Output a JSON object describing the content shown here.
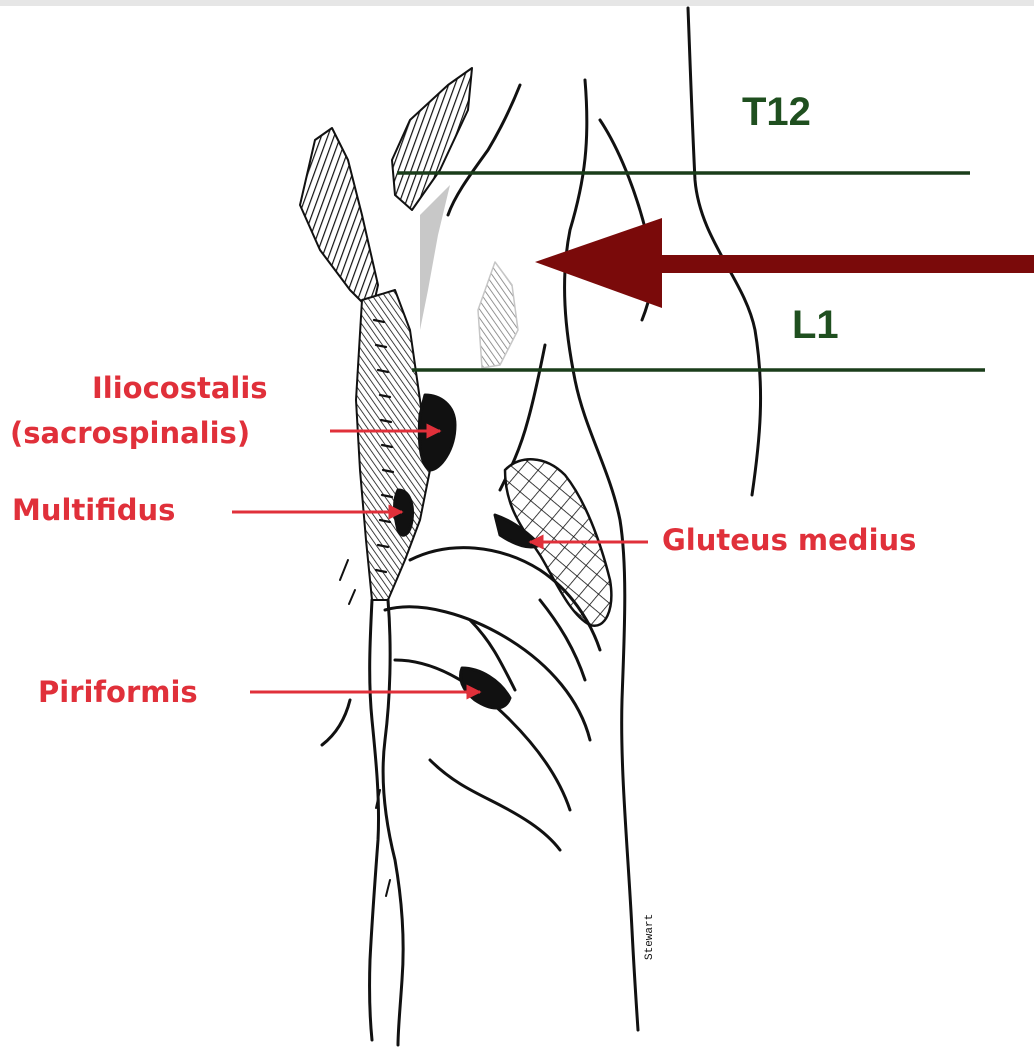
{
  "vertebral_labels": {
    "t12": "T12",
    "l1": "L1"
  },
  "muscle_labels": {
    "iliocostalis_line1": "Iliocostalis",
    "iliocostalis_line2": "(sacrospinalis)",
    "multifidus": "Multifidus",
    "gluteus_medius": "Gluteus medius",
    "piriformis": "Piriformis"
  },
  "artist_signature": "Stewart",
  "colors": {
    "background": "#ffffff",
    "top_band": "#e6e6e6",
    "label_red": "#e0303a",
    "level_line_green": "#1a3d1a",
    "vertebral_label_green": "#1f4f1f",
    "big_arrow": "#7a0a0a",
    "ink": "#111111",
    "highlight_gray": "#c8c8c8"
  }
}
